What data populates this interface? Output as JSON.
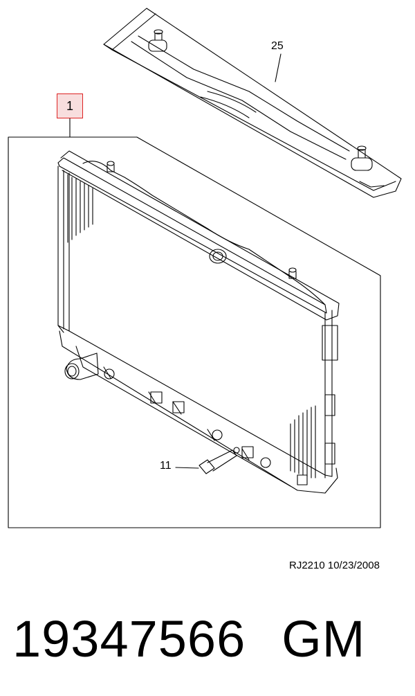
{
  "diagram": {
    "callouts": {
      "radiator": "1",
      "upper_bracket": "25",
      "drain_plug": "11"
    },
    "reference": "RJ2210  10/23/2008"
  },
  "footer": {
    "part_number": "19347566",
    "brand": "GM"
  },
  "colors": {
    "line": "#000000",
    "callout_border": "#dd2222",
    "callout_fill": "#f8dede"
  }
}
